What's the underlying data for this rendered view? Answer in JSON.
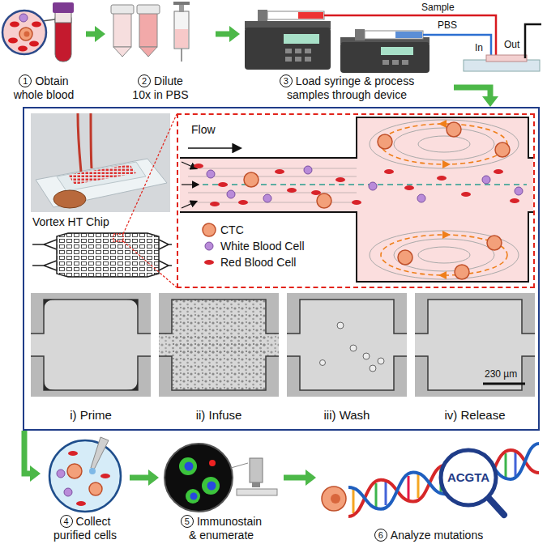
{
  "diagram": {
    "nodes": [
      {
        "text": [
          "1",
          "Obtain whole blood"
        ]
      },
      {
        "text": [
          "2",
          "Dilute 10x in PBS"
        ]
      },
      {
        "text": [
          "3",
          "Load syringe & process samples through device"
        ]
      },
      {
        "text": [
          "Vortex HT Chip"
        ]
      },
      {
        "text": [
          "Flow"
        ],
        "in": 3
      },
      {
        "text": [
          "i) Prime"
        ],
        "in": 3
      },
      {
        "text": [
          "ii) Infuse"
        ],
        "in": 3
      },
      {
        "text": [
          "iii) Wash"
        ],
        "in": 3
      },
      {
        "text": [
          "iv) Release"
        ],
        "in": 3
      },
      {
        "text": [
          "4",
          "Collect purified cells"
        ]
      },
      {
        "text": [
          "5",
          "Immunostain & enumerate"
        ]
      },
      {
        "text": [
          "6",
          "Analyze mutations"
        ]
      }
    ],
    "edges": [
      {
        "from": 0,
        "to": 1,
        "arrow": "to"
      },
      {
        "from": 1,
        "to": 2,
        "arrow": "to"
      },
      {
        "from": 2,
        "to": 3,
        "arrow": "to"
      },
      {
        "from": 3,
        "to": 9,
        "arrow": "to"
      },
      {
        "from": 9,
        "to": 10,
        "arrow": "to"
      },
      {
        "from": 10,
        "to": 11,
        "arrow": "to"
      }
    ],
    "labels": [
      "Sample",
      "PBS",
      "In",
      "Out",
      "230 µm",
      "ACGTA"
    ],
    "legend": [
      {
        "text": "CTC"
      },
      {
        "text": "White Blood Cell"
      },
      {
        "text": "Red Blood Cell"
      }
    ]
  }
}
